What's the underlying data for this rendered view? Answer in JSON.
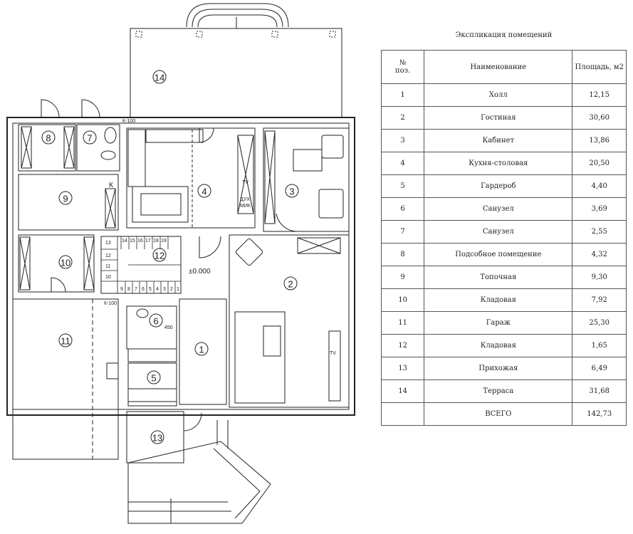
{
  "table": {
    "title": "Экспликация помещений",
    "headers": {
      "num": "№\nпоз.",
      "name": "Наименование",
      "area": "Площадь, м2"
    },
    "rows": [
      {
        "num": "1",
        "name": "Холл",
        "area": "12,15"
      },
      {
        "num": "2",
        "name": "Гостиная",
        "area": "30,60"
      },
      {
        "num": "3",
        "name": "Кабинет",
        "area": "13,86"
      },
      {
        "num": "4",
        "name": "Кухня-столовая",
        "area": "20,50"
      },
      {
        "num": "5",
        "name": "Гардероб",
        "area": "4,40"
      },
      {
        "num": "6",
        "name": "Санузел",
        "area": "3,69"
      },
      {
        "num": "7",
        "name": "Санузел",
        "area": "2,55"
      },
      {
        "num": "8",
        "name": "Подсобное помещение",
        "area": "4,32"
      },
      {
        "num": "9",
        "name": "Топочная",
        "area": "9,30"
      },
      {
        "num": "10",
        "name": "Кладовая",
        "area": "7,92"
      },
      {
        "num": "11",
        "name": "Гараж",
        "area": "25,30"
      },
      {
        "num": "12",
        "name": "Кладовая",
        "area": "1,65"
      },
      {
        "num": "13",
        "name": "Прихожая",
        "area": "6,49"
      },
      {
        "num": "14",
        "name": "Терраса",
        "area": "31,68"
      }
    ],
    "total": {
      "name": "ВСЕГО",
      "area": "142,73"
    }
  },
  "plan": {
    "room_labels": [
      "1",
      "2",
      "3",
      "4",
      "5",
      "6",
      "7",
      "8",
      "9",
      "10",
      "11",
      "12",
      "13",
      "14"
    ],
    "level_mark": "±0.000",
    "stair_top": [
      "14",
      "15",
      "16",
      "17",
      "18",
      "19"
    ],
    "stair_side": [
      "13",
      "12",
      "11",
      "10"
    ],
    "stair_bottom": [
      "9",
      "8",
      "7",
      "6",
      "5",
      "4",
      "3",
      "2",
      "1"
    ],
    "tag_k100_top": "К-100",
    "tag_k100_mid": "К-100",
    "tag_k": "К",
    "tag_tv1": "TV",
    "tag_tv2": "TV",
    "tag_dukh": "ДУХ",
    "tag_mik": "МИК",
    "tag_450": "450"
  }
}
